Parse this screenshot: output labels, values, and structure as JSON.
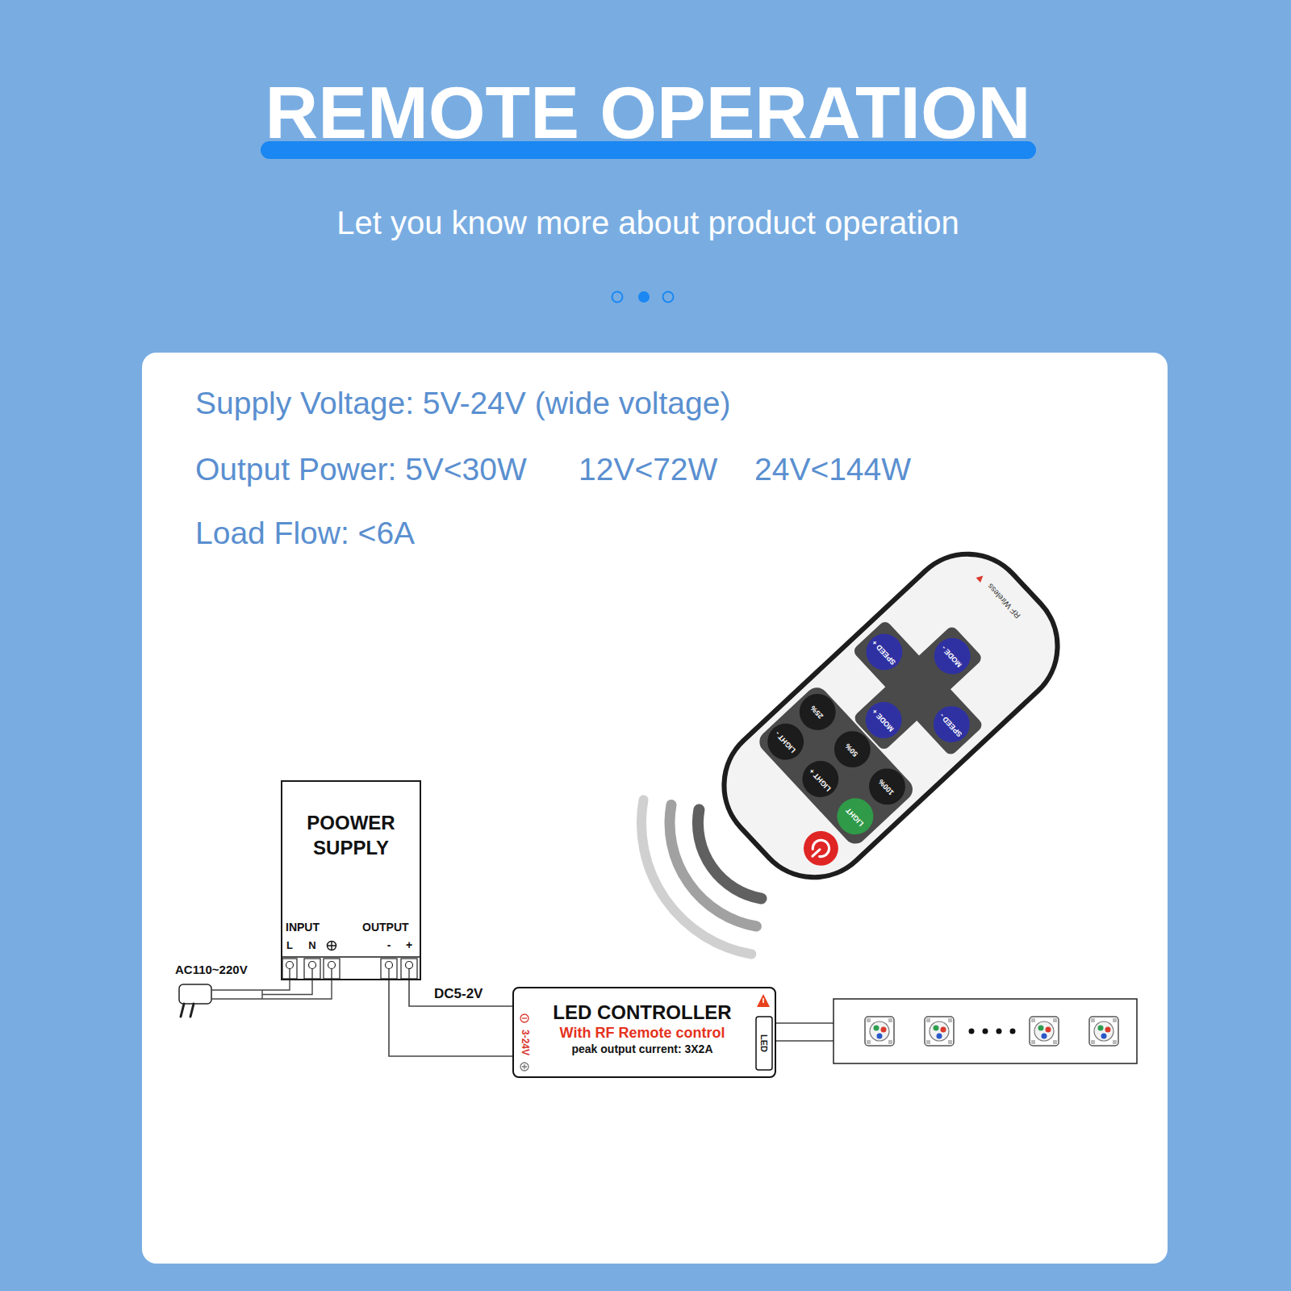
{
  "diagram": {
    "title": "REMOTE OPERATION",
    "nodes": [
      {
        "text": [
          "POOWER SUPPLY"
        ]
      },
      {
        "text": [
          "LED CONTROLLER",
          "With RF Remote control",
          "peak output current: 3X2A"
        ]
      }
    ],
    "edges": [
      {
        "from": 0,
        "to": 1,
        "arrow": "none",
        "label": "DC5-2V"
      },
      {
        "from": 0,
        "to": 1,
        "arrow": "none"
      }
    ],
    "labels": [
      "Let you know more about product operation",
      "Supply Voltage: 5V-24V (wide voltage)",
      "Output Power: 5V<30W",
      "12V<72W",
      "24V<144W",
      "Load Flow: <6A",
      "RF Wireless",
      "SPEED +",
      "MODE -",
      "MODE +",
      "SPEED -",
      "25%",
      "LIGHT -",
      "50%",
      "LIGHT +",
      "100%",
      "LIGHT",
      "INPUT",
      "OUTPUT",
      "L",
      "N",
      "-",
      "+",
      "AC110~220V",
      "3-24V",
      "LED"
    ]
  }
}
